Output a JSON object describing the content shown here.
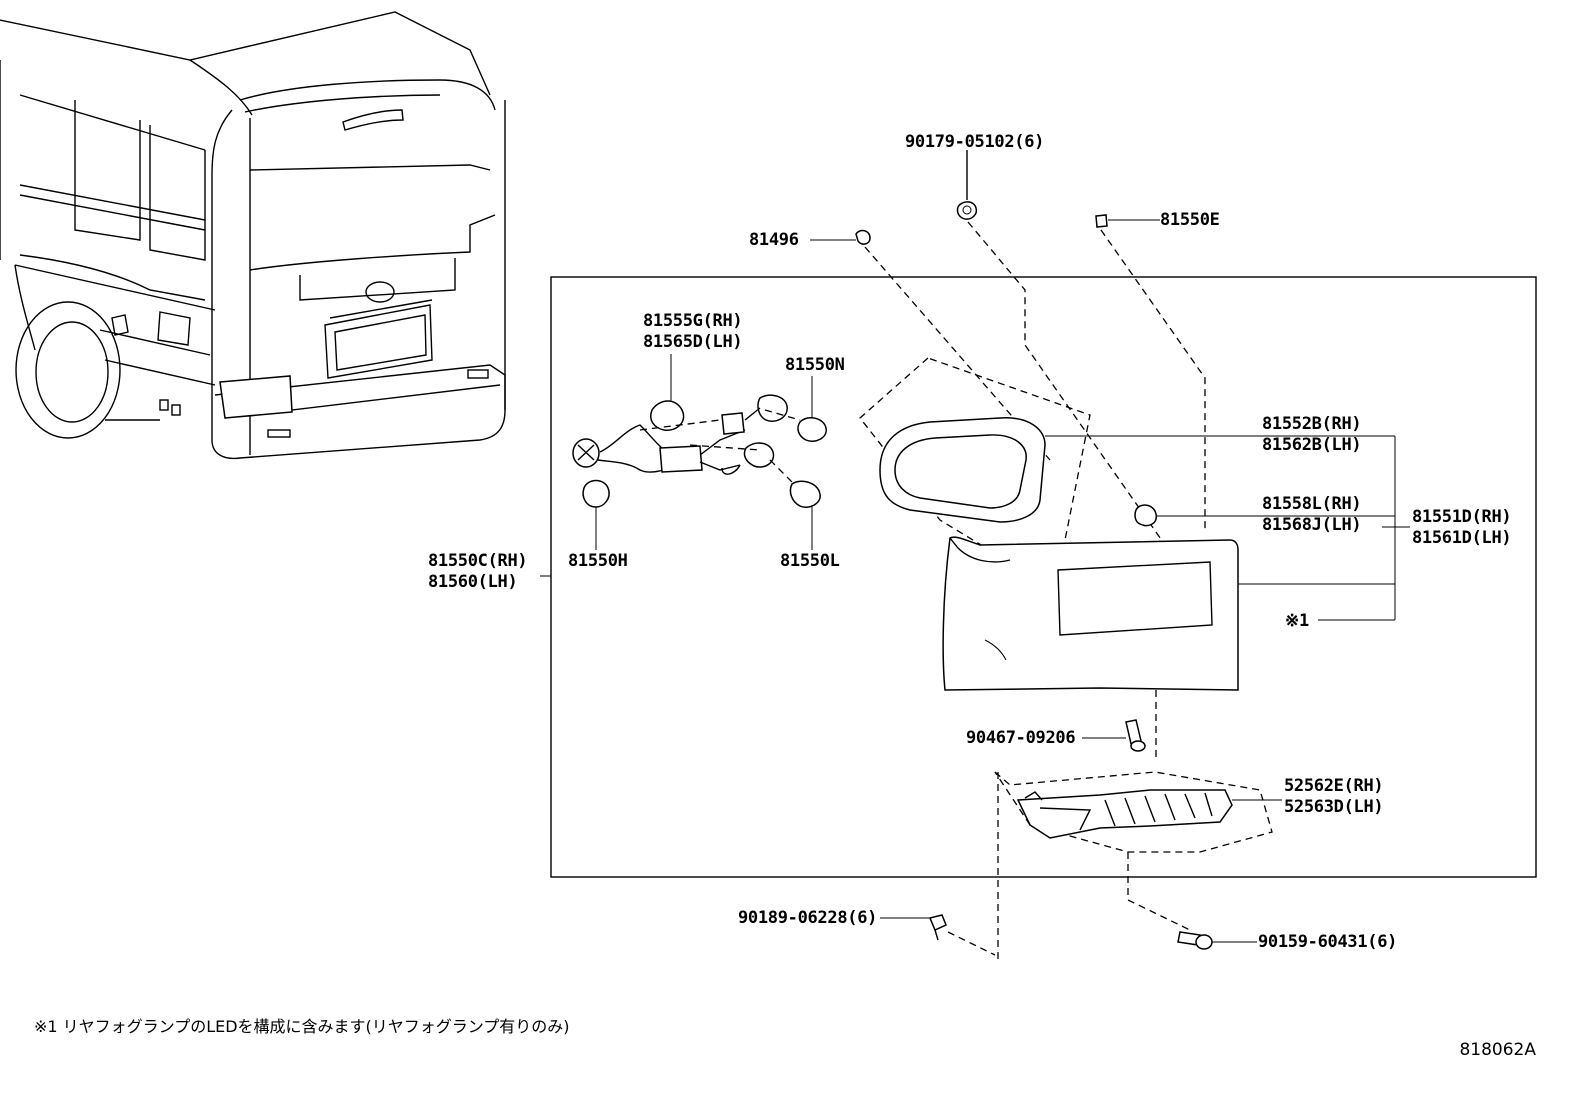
{
  "labels": {
    "p90179": "90179-05102(6)",
    "p81496": "81496",
    "p81550E": "81550E",
    "p81555G": "81555G(RH)",
    "p81565D": "81565D(LH)",
    "p81550N": "81550N",
    "p81552B": "81552B(RH)",
    "p81562B": "81562B(LH)",
    "p81558L": "81558L(RH)",
    "p81568J": "81568J(LH)",
    "p81551D": "81551D(RH)",
    "p81561D": "81561D(LH)",
    "p81550C": "81550C(RH)",
    "p81560": "81560(LH)",
    "p81550H": "81550H",
    "p81550L": "81550L",
    "ref1": "※1",
    "p90467": "90467-09206",
    "p52562E": "52562E(RH)",
    "p52563D": "52563D(LH)",
    "p90189": "90189-06228(6)",
    "p90159": "90159-60431(6)"
  },
  "footnote": "※1  リヤフォグランプのLEDを構成に含みます(リヤフォグランプ有りのみ)",
  "diagram_code": "818062A"
}
